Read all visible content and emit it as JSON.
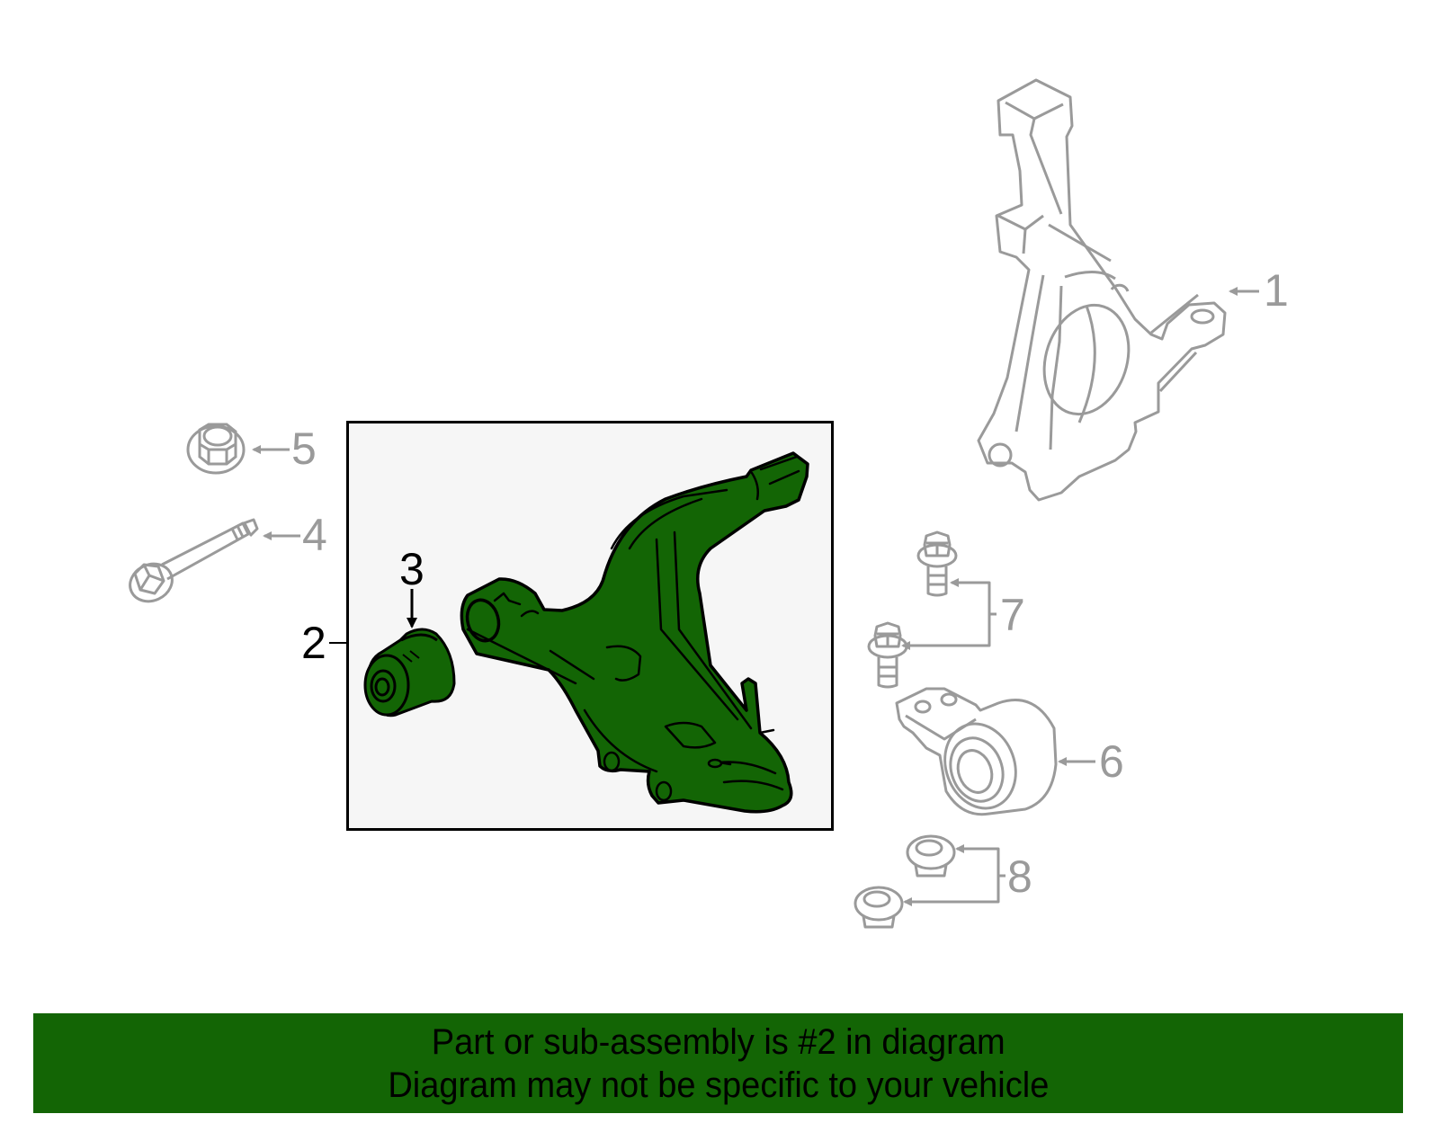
{
  "diagram": {
    "colors": {
      "highlight_fill": "#136505",
      "highlight_stroke": "#000000",
      "other_parts_stroke": "#9a9a9a",
      "box_fill": "#f6f6f6",
      "box_border": "#000000"
    },
    "callouts": [
      {
        "number": "1",
        "part": "steering-knuckle",
        "highlighted": false
      },
      {
        "number": "2",
        "part": "lower-control-arm-assembly",
        "highlighted": true
      },
      {
        "number": "3",
        "part": "control-arm-bushing",
        "highlighted": true
      },
      {
        "number": "4",
        "part": "bolt",
        "highlighted": false
      },
      {
        "number": "5",
        "part": "nut",
        "highlighted": false
      },
      {
        "number": "6",
        "part": "rear-bushing-bracket",
        "highlighted": false
      },
      {
        "number": "7",
        "part": "bracket-bolts",
        "highlighted": false
      },
      {
        "number": "8",
        "part": "flange-nuts",
        "highlighted": false
      }
    ]
  },
  "banner": {
    "line1": "Part or sub-assembly is #2 in diagram",
    "line2": "Diagram may not be specific to your vehicle"
  }
}
